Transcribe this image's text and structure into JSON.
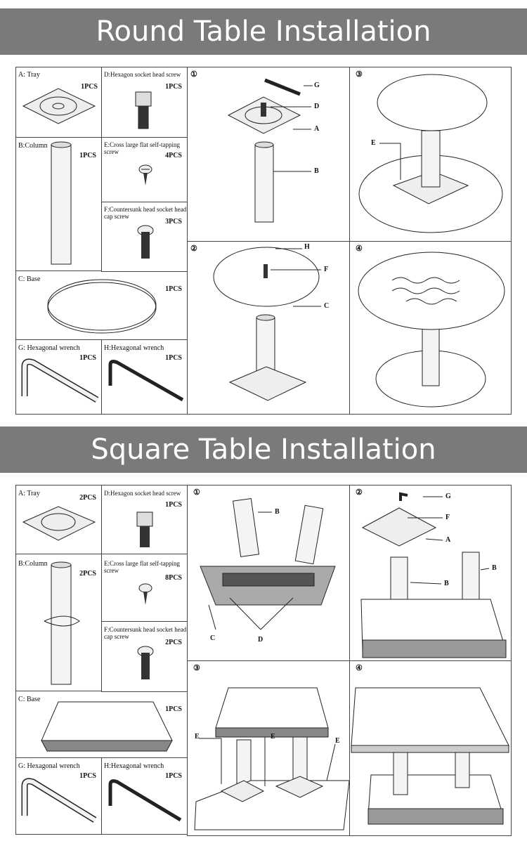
{
  "round": {
    "title": "Round Table Installation",
    "parts": {
      "a": {
        "label": "A: Tray",
        "count": "1PCS"
      },
      "b": {
        "label": "B:Column",
        "count": "1PCS"
      },
      "c": {
        "label": "C: Base",
        "count": "1PCS"
      },
      "d": {
        "label": "D:Hexagon socket head screw",
        "count": "1PCS"
      },
      "e": {
        "label": "E:Cross large flat self-tapping screw",
        "count": "4PCS"
      },
      "f": {
        "label": "F:Countersunk head socket head cap screw",
        "count": "3PCS"
      },
      "g": {
        "label": "G: Hexagonal wrench",
        "count": "1PCS"
      },
      "h": {
        "label": "H:Hexagonal wrench",
        "count": "1PCS"
      }
    },
    "steps": {
      "s1": {
        "num": "①",
        "callouts": [
          "G",
          "D",
          "A",
          "B"
        ]
      },
      "s2": {
        "num": "②",
        "callouts": [
          "H",
          "F",
          "C"
        ]
      },
      "s3": {
        "num": "③",
        "callouts": [
          "E"
        ]
      },
      "s4": {
        "num": "④"
      }
    }
  },
  "square": {
    "title": "Square Table Installation",
    "parts": {
      "a": {
        "label": "A: Tray",
        "count": "2PCS"
      },
      "b": {
        "label": "B:Column",
        "count": "2PCS"
      },
      "c": {
        "label": "C: Base",
        "count": "1PCS"
      },
      "d": {
        "label": "D:Hexagon socket head screw",
        "count": "1PCS"
      },
      "e": {
        "label": "E:Cross large flat self-tapping screw",
        "count": "8PCS"
      },
      "f": {
        "label": "F:Countersunk head socket head cap screw",
        "count": "2PCS"
      },
      "g": {
        "label": "G: Hexagonal wrench",
        "count": "1PCS"
      },
      "h": {
        "label": "H:Hexagonal wrench",
        "count": "1PCS"
      }
    },
    "steps": {
      "s1": {
        "num": "①",
        "callouts": [
          "B",
          "C",
          "D"
        ]
      },
      "s2": {
        "num": "②",
        "callouts": [
          "G",
          "F",
          "A",
          "B",
          "B"
        ]
      },
      "s3": {
        "num": "③",
        "callouts": [
          "E",
          "E",
          "E"
        ]
      },
      "s4": {
        "num": "④"
      }
    }
  }
}
